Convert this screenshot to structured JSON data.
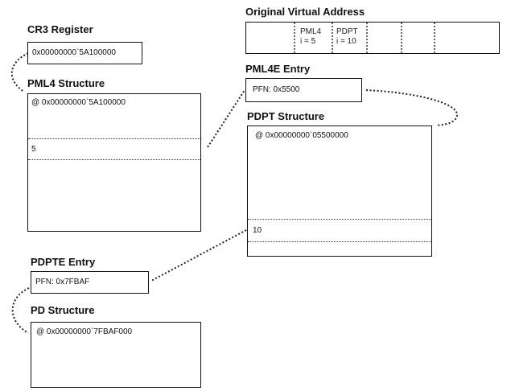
{
  "cr3": {
    "title": "CR3 Register",
    "value": "0x00000000`5A100000"
  },
  "pml4": {
    "title": "PML4 Structure",
    "address": "@ 0x00000000`5A100000",
    "entry_index": "5"
  },
  "vaddr": {
    "title": "Original Virtual Address",
    "pml4_name": "PML4",
    "pml4_index": "i = 5",
    "pdpt_name": "PDPT",
    "pdpt_index": "i = 10"
  },
  "pml4e": {
    "title": "PML4E Entry",
    "value": "PFN: 0x5500"
  },
  "pdpt": {
    "title": "PDPT Structure",
    "address": "@ 0x00000000`05500000",
    "entry_index": "10"
  },
  "pdpte": {
    "title": "PDPTE Entry",
    "value": "PFN: 0x7FBAF"
  },
  "pd": {
    "title": "PD Structure",
    "address": "@ 0x00000000`7FBAF000"
  }
}
